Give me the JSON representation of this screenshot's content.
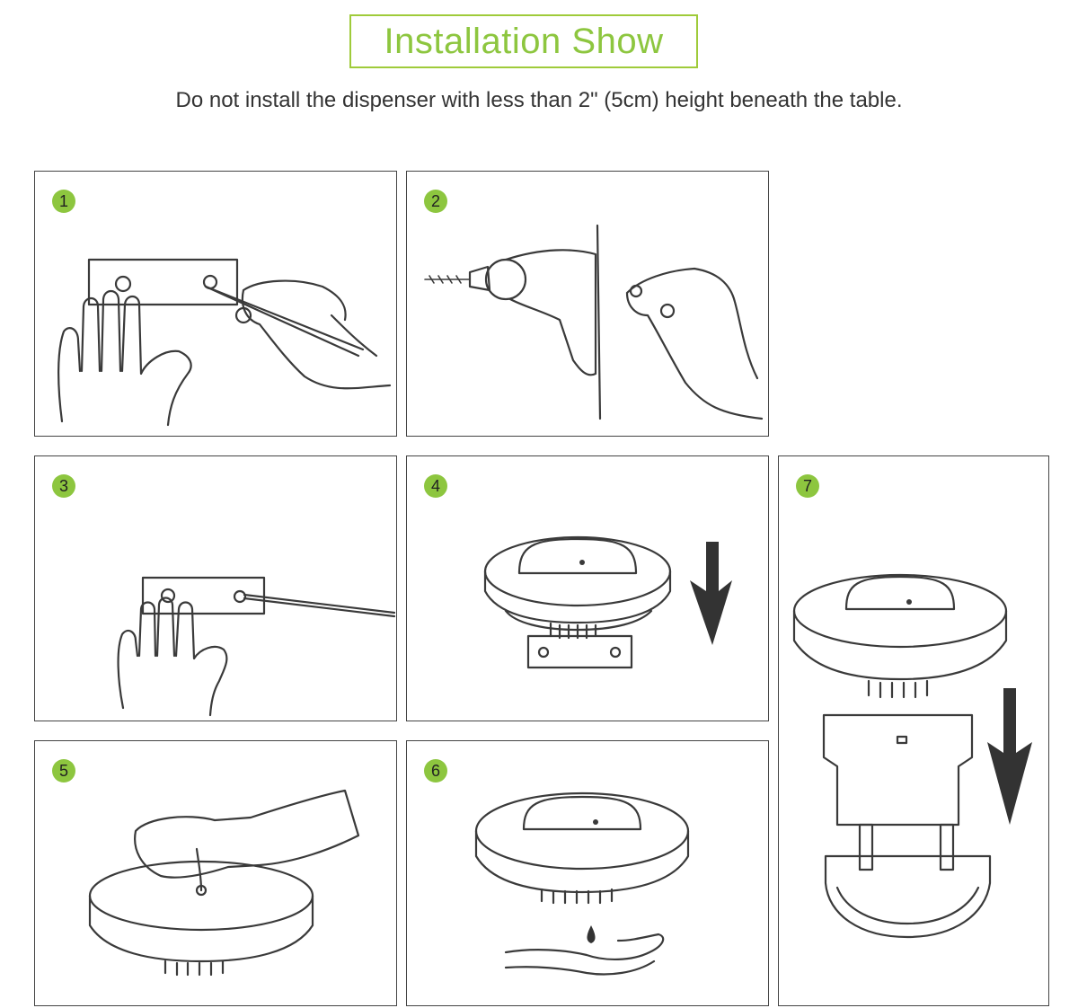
{
  "header": {
    "title": "Installation Show",
    "subtitle": "Do not install the dispenser with less than 2\" (5cm) height beneath the table."
  },
  "steps": [
    {
      "number": "1"
    },
    {
      "number": "2"
    },
    {
      "number": "3"
    },
    {
      "number": "4"
    },
    {
      "number": "5"
    },
    {
      "number": "6"
    },
    {
      "number": "7"
    }
  ],
  "colors": {
    "accent": "#8dc63f",
    "border": "#444444"
  }
}
